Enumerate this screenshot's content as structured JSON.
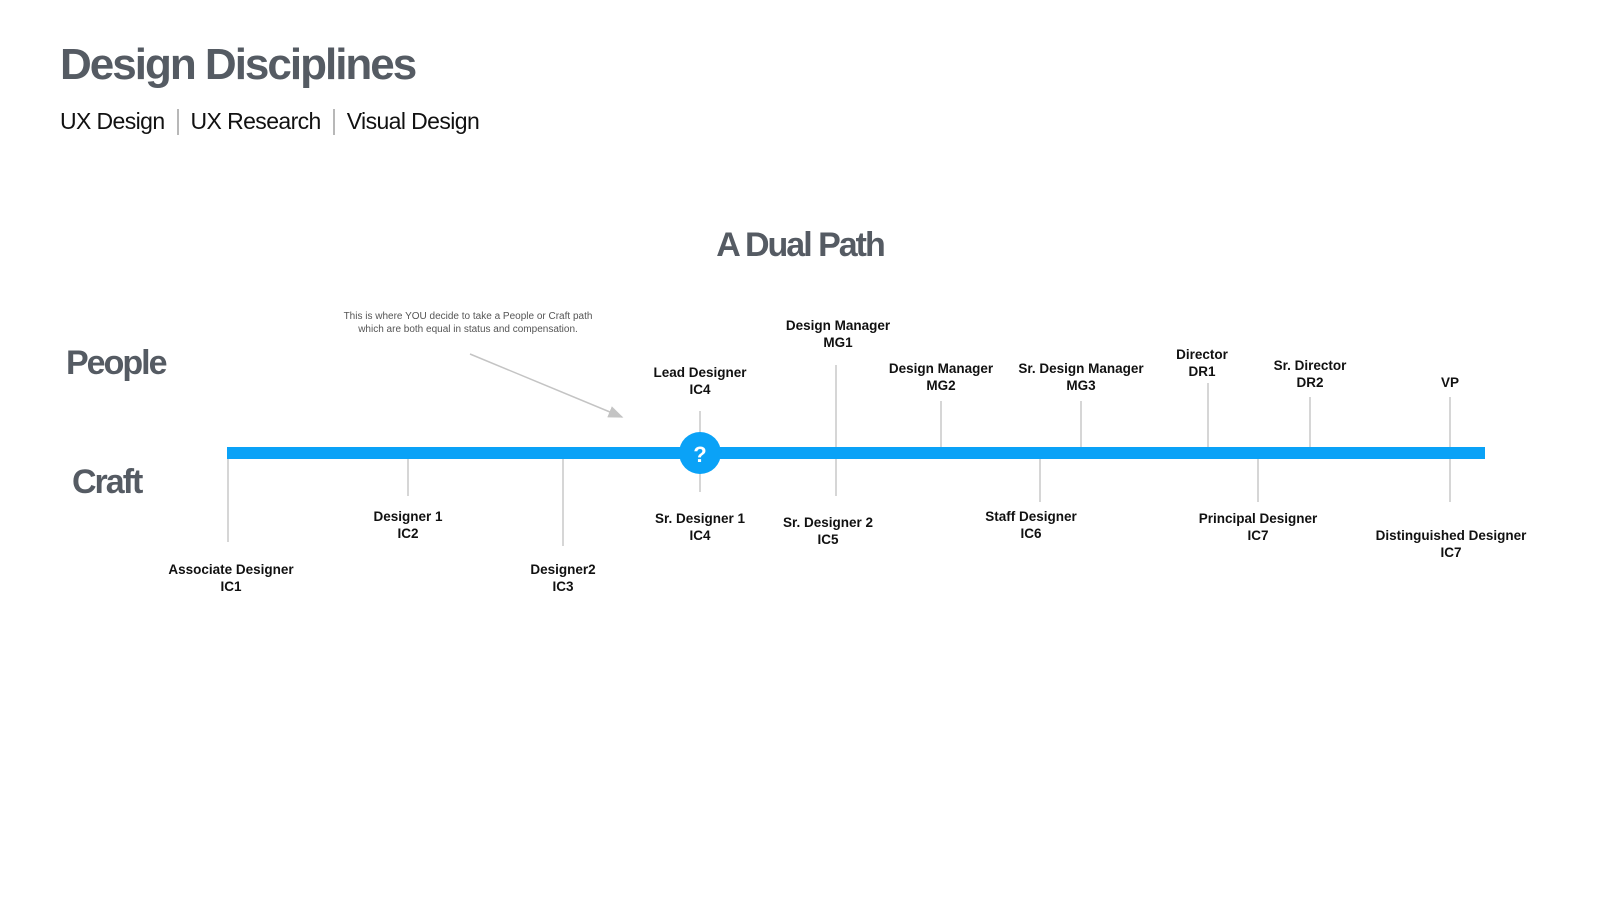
{
  "header": {
    "title": "Design Disciplines",
    "disciplines": [
      "UX Design",
      "UX Research",
      "Visual Design"
    ]
  },
  "diagram": {
    "subtitle": "A Dual Path",
    "people_label": "People",
    "craft_label": "Craft",
    "decision_symbol": "?",
    "note_lines": [
      "This is where YOU decide to take a People or Craft path",
      "which are both equal in status and compensation."
    ],
    "people_roles": [
      {
        "title": "Lead Designer",
        "level": "IC4"
      },
      {
        "title": "Design Manager",
        "level": "MG1"
      },
      {
        "title": "Design Manager",
        "level": "MG2"
      },
      {
        "title": "Sr. Design Manager",
        "level": "MG3"
      },
      {
        "title": "Director",
        "level": "DR1"
      },
      {
        "title": "Sr. Director",
        "level": "DR2"
      },
      {
        "title": "VP",
        "level": ""
      }
    ],
    "craft_roles": [
      {
        "title": "Associate Designer",
        "level": "IC1"
      },
      {
        "title": "Designer 1",
        "level": "IC2"
      },
      {
        "title": "Designer2",
        "level": "IC3"
      },
      {
        "title": "Sr. Designer 1",
        "level": "IC4"
      },
      {
        "title": "Sr. Designer 2",
        "level": "IC5"
      },
      {
        "title": "Staff Designer",
        "level": "IC6"
      },
      {
        "title": "Principal Designer",
        "level": "IC7"
      },
      {
        "title": "Distinguished Designer",
        "level": "IC7"
      }
    ],
    "colors": {
      "path_line": "#0aa2f7",
      "decision_circle": "#0aa2f7",
      "tick": "#c9c9c9",
      "arrow": "#c4c4c4"
    }
  }
}
